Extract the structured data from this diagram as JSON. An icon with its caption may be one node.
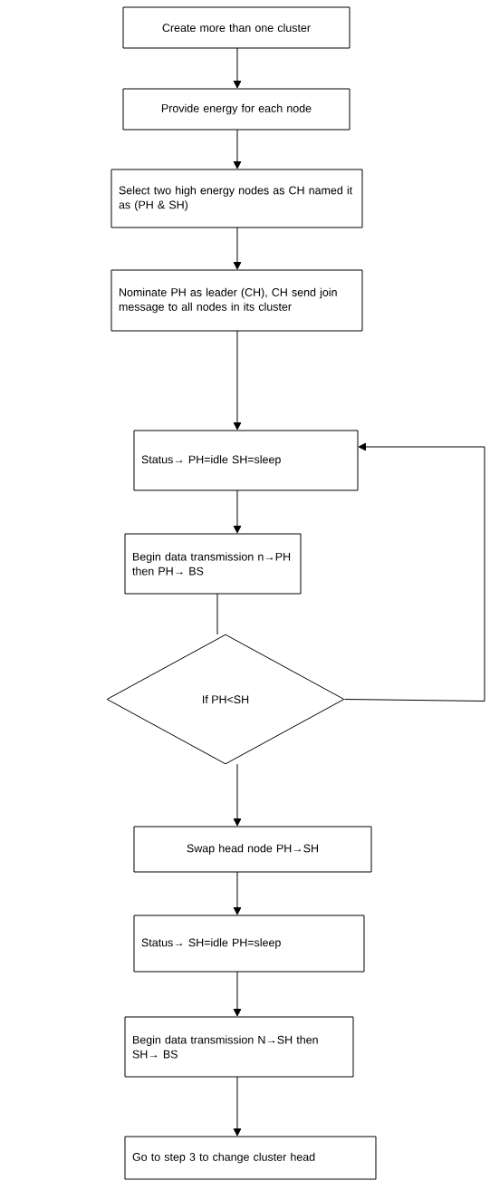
{
  "diagram": {
    "nodes": [
      {
        "text": [
          "Create more than one cluster"
        ]
      },
      {
        "text": [
          "Provide energy for each node"
        ]
      },
      {
        "text": [
          "Select two high energy nodes as CH named it as (PH & SH)"
        ]
      },
      {
        "text": [
          "Nominate PH as leader (CH), CH send join message to all nodes in its cluster"
        ]
      },
      {
        "text": [
          "Status→ PH=idle SH=sleep"
        ]
      },
      {
        "text": [
          "Begin data transmission n→PH then PH→ BS"
        ]
      },
      {
        "text": [
          "If PH<SH"
        ]
      },
      {
        "text": [
          "Swap head node PH→SH"
        ]
      },
      {
        "text": [
          "Status→ SH=idle PH=sleep"
        ]
      },
      {
        "text": [
          "Begin data transmission N→SH then SH→ BS"
        ]
      },
      {
        "text": [
          "Go to step 3 to change cluster head"
        ]
      }
    ],
    "edges": [
      {
        "from": 0,
        "to": 1,
        "arrow": "to"
      },
      {
        "from": 1,
        "to": 2,
        "arrow": "to"
      },
      {
        "from": 2,
        "to": 3,
        "arrow": "to"
      },
      {
        "from": 3,
        "to": 4,
        "arrow": "to"
      },
      {
        "from": 4,
        "to": 5,
        "arrow": "to"
      },
      {
        "from": 5,
        "to": 6,
        "arrow": "none"
      },
      {
        "from": 6,
        "to": 7,
        "arrow": "to"
      },
      {
        "from": 7,
        "to": 8,
        "arrow": "to"
      },
      {
        "from": 8,
        "to": 9,
        "arrow": "to"
      },
      {
        "from": 9,
        "to": 10,
        "arrow": "to"
      },
      {
        "from": 6,
        "to": 4,
        "arrow": "to"
      }
    ]
  }
}
